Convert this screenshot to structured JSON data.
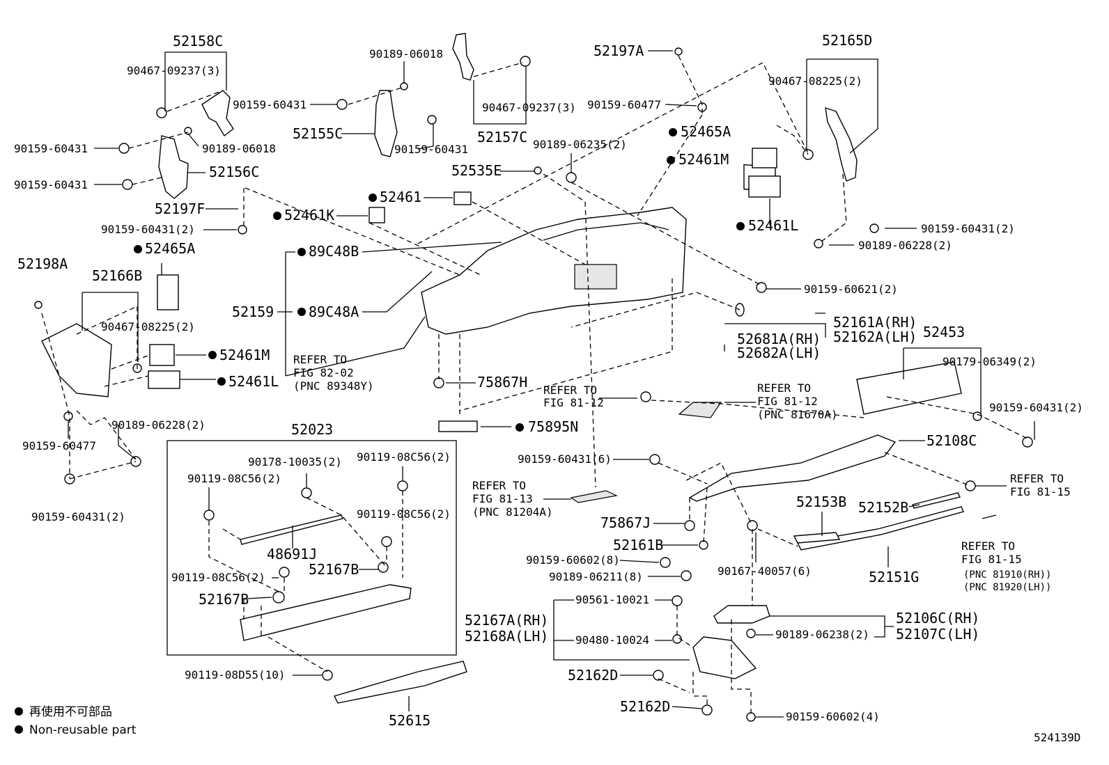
{
  "diagram_id": "524139D",
  "legend": {
    "text_jp": "再使用不可部品",
    "text_en": "Non-reusable part"
  },
  "labels": {
    "p52158C": "52158C",
    "p90467_09237_3a": "90467-09237(3)",
    "p90159_60431_a": "90159-60431",
    "p90189_06018_a": "90189-06018",
    "p90159_60431_b": "90159-60431",
    "p90189_06018_b": "90189-06018",
    "p52155C": "52155C",
    "p90159_60431_c": "90159-60431",
    "p90467_09237_3b": "90467-09237(3)",
    "p52157C": "52157C",
    "p90159_60431_d": "90159-60431",
    "p52156C": "52156C",
    "p52197F": "52197F",
    "p90159_60431_2a": "90159-60431(2)",
    "p52197A": "52197A",
    "p90159_60477_a": "90159-60477",
    "p52165D": "52165D",
    "p90467_08225_2a": "90467-08225(2)",
    "p52465A_a": "52465A",
    "p52461M_a": "52461M",
    "p90189_06235_2": "90189-06235(2)",
    "p52535E": "52535E",
    "p52461": "52461",
    "p52461K": "52461K",
    "p52461L_a": "52461L",
    "p90159_60431_2b": "90159-60431(2)",
    "p90189_06228_2a": "90189-06228(2)",
    "p52465A_b": "52465A",
    "p89C48B": "89C48B",
    "p52198A": "52198A",
    "p52166B": "52166B",
    "p90159_60621_2": "90159-60621(2)",
    "p52159": "52159",
    "p89C48A": "89C48A",
    "p90467_08225_2b": "90467-08225(2)",
    "p52161A": "52161A(RH)",
    "p52162A": "52162A(LH)",
    "p52681A": "52681A(RH)",
    "p52682A": "52682A(LH)",
    "p52453": "52453",
    "p52461M_b": "52461M",
    "p52461L_b": "52461L",
    "ref1_l1": "REFER TO",
    "ref1_l2": "FIG 82-02",
    "ref1_l3": "(PNC 89348Y)",
    "p90179_06349_2": "90179-06349(2)",
    "p75867H": "75867H",
    "ref2_l1": "REFER TO",
    "ref2_l2": "FIG 81-12",
    "ref3_l1": "REFER TO",
    "ref3_l2": "FIG 81-12",
    "ref3_l3": "(PNC 81670A)",
    "p90159_60431_2c": "90159-60431(2)",
    "p90159_60477_b": "90159-60477",
    "p90189_06228_2b": "90189-06228(2)",
    "p75895N": "75895N",
    "p52023": "52023",
    "p52108C": "52108C",
    "p90178_10035_2": "90178-10035(2)",
    "p90119_08C56_2a": "90119-08C56(2)",
    "p90119_08C56_2b": "90119-08C56(2)",
    "p90159_60431_6": "90159-60431(6)",
    "p90159_60431_2d": "90159-60431(2)",
    "ref4_l1": "REFER TO",
    "ref4_l2": "FIG 81-13",
    "ref4_l3": "(PNC 81204A)",
    "p52153B": "52153B",
    "p52152B": "52152B",
    "ref5_l1": "REFER TO",
    "ref5_l2": "FIG 81-15",
    "p90119_08C56_2c": "90119-08C56(2)",
    "p48691J": "48691J",
    "p75867J": "75867J",
    "p52161B": "52161B",
    "p52167B_a": "52167B",
    "p90119_08C56_2d": "90119-08C56(2)",
    "p90159_60602_8": "90159-60602(8)",
    "p90167_40057_6": "90167-40057(6)",
    "p52151G": "52151G",
    "ref6_l1": "REFER TO",
    "ref6_l2": "FIG 81-15",
    "ref6_l3": "(PNC 81910(RH))",
    "ref6_l4": "(PNC 81920(LH))",
    "p52167B_b": "52167B",
    "p90189_06211_8": "90189-06211(8)",
    "p90561_10021": "90561-10021",
    "p52167A": "52167A(RH)",
    "p52168A": "52168A(LH)",
    "p52106C": "52106C(RH)",
    "p52107C": "52107C(LH)",
    "p90480_10024": "90480-10024",
    "p90189_06238_2": "90189-06238(2)",
    "p90119_08D55_10": "90119-08D55(10)",
    "p52162D_a": "52162D",
    "p52162D_b": "52162D",
    "p90159_60602_4": "90159-60602(4)",
    "p52615": "52615"
  }
}
